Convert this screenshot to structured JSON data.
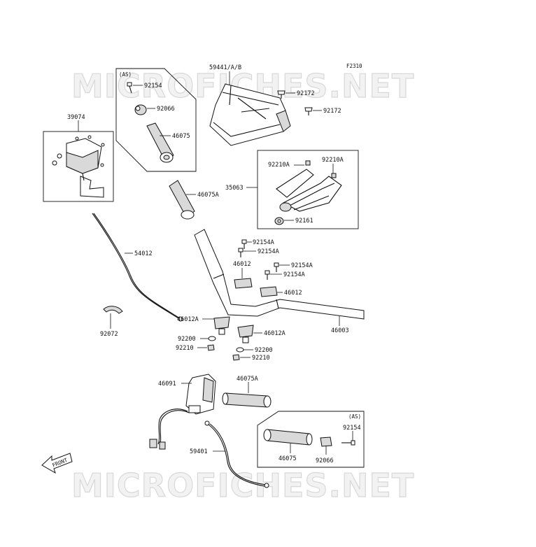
{
  "figure_id": "F2310",
  "watermark": "MICROFICHES.NET",
  "front_label": "FRONT",
  "callouts": {
    "c59441": "59441/A/B",
    "c92172a": "92172",
    "c92172b": "92172",
    "as_top": "(AS)",
    "c92154_top": "92154",
    "c92066_top": "92066",
    "c46075_top": "46075",
    "c39074": "39074",
    "c92210a_1": "92210A",
    "c92210a_2": "92210A",
    "c35063": "35063",
    "c46075a_top": "46075A",
    "c92161": "92161",
    "c92154a_1": "92154A",
    "c92154a_2": "92154A",
    "c92154a_3": "92154A",
    "c92154a_4": "92154A",
    "c46012": "46012",
    "c46012_r": "46012",
    "c54012": "54012",
    "c46003": "46003",
    "c92072": "92072",
    "c46012a_l": "46012A",
    "c46012a_r": "46012A",
    "c92200_l": "92200",
    "c92200_r": "92200",
    "c92210_l": "92210",
    "c92210_r": "92210",
    "c46091": "46091",
    "c46075a_bot": "46075A",
    "as_bot": "(AS)",
    "c92154_bot": "92154",
    "c46075_bot": "46075",
    "c92066_bot": "92066",
    "c59401": "59401"
  }
}
